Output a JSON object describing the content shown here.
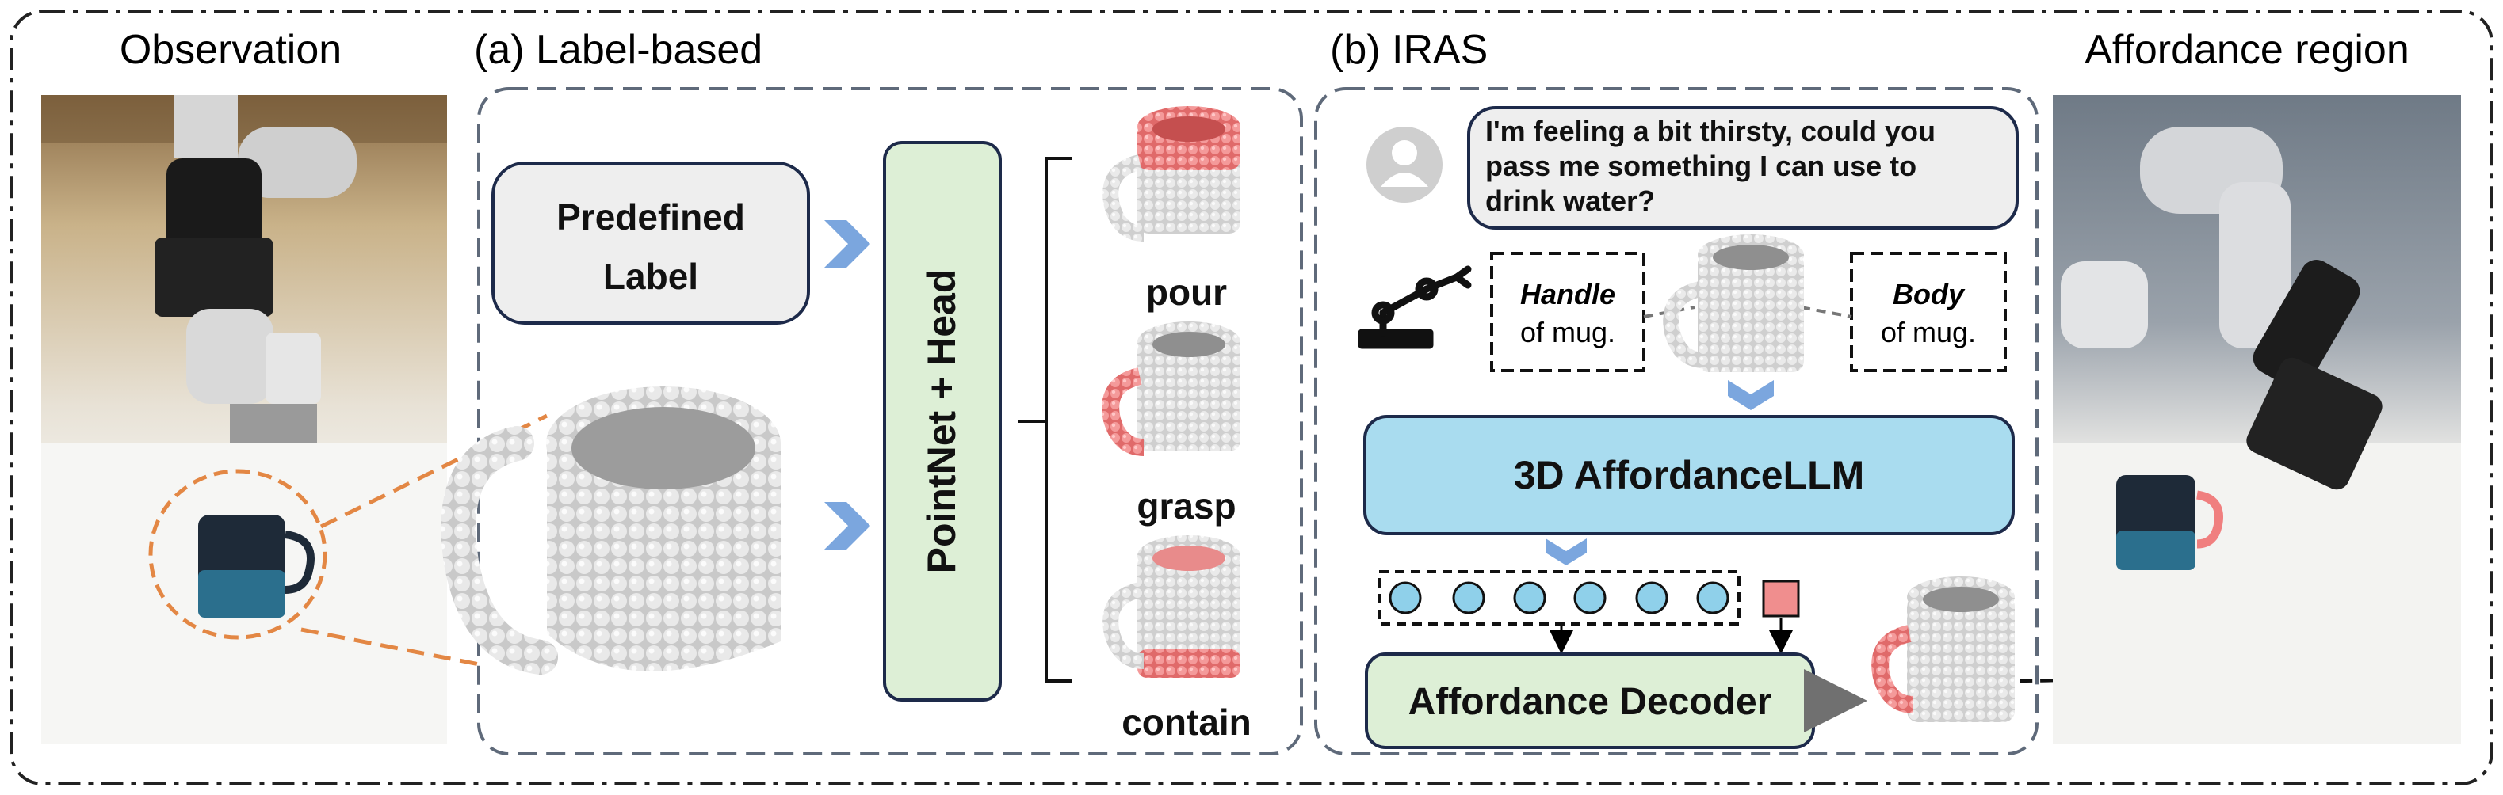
{
  "panels": {
    "observation": {
      "title": "Observation"
    },
    "label_based": {
      "title": "(a) Label-based"
    },
    "iras": {
      "title": "(b) IRAS"
    },
    "affordance_region": {
      "title": "Affordance region"
    }
  },
  "label_based": {
    "predefined_label": [
      "Predefined",
      "Label"
    ],
    "model": "PointNet + Head",
    "outputs": [
      "pour",
      "grasp",
      "contain"
    ]
  },
  "iras": {
    "query_lines": [
      "I'm feeling a bit thirsty, could you",
      "pass me something I can use to",
      "drink water?"
    ],
    "handle_tag": {
      "bold": "Handle",
      "rest": "of mug."
    },
    "body_tag": {
      "bold": "Body",
      "rest": "of mug."
    },
    "llm": "3D AffordanceLLM",
    "decoder": "Affordance Decoder"
  },
  "colors": {
    "highlight": "#f07f7f",
    "llm_fill": "#a9dcef",
    "decoder_fill": "#ddefd6",
    "label_fill": "#eeeeee",
    "token_fill": "#8fd0ea",
    "seg_token": "#f08e8e",
    "chevron": "#7ba6de",
    "dash_border": "#5f6a7a",
    "lasso": "#e38744"
  },
  "icons": [
    "user-avatar-icon",
    "robot-arm-icon",
    "chevron-right-icon",
    "chevron-down-icon"
  ]
}
